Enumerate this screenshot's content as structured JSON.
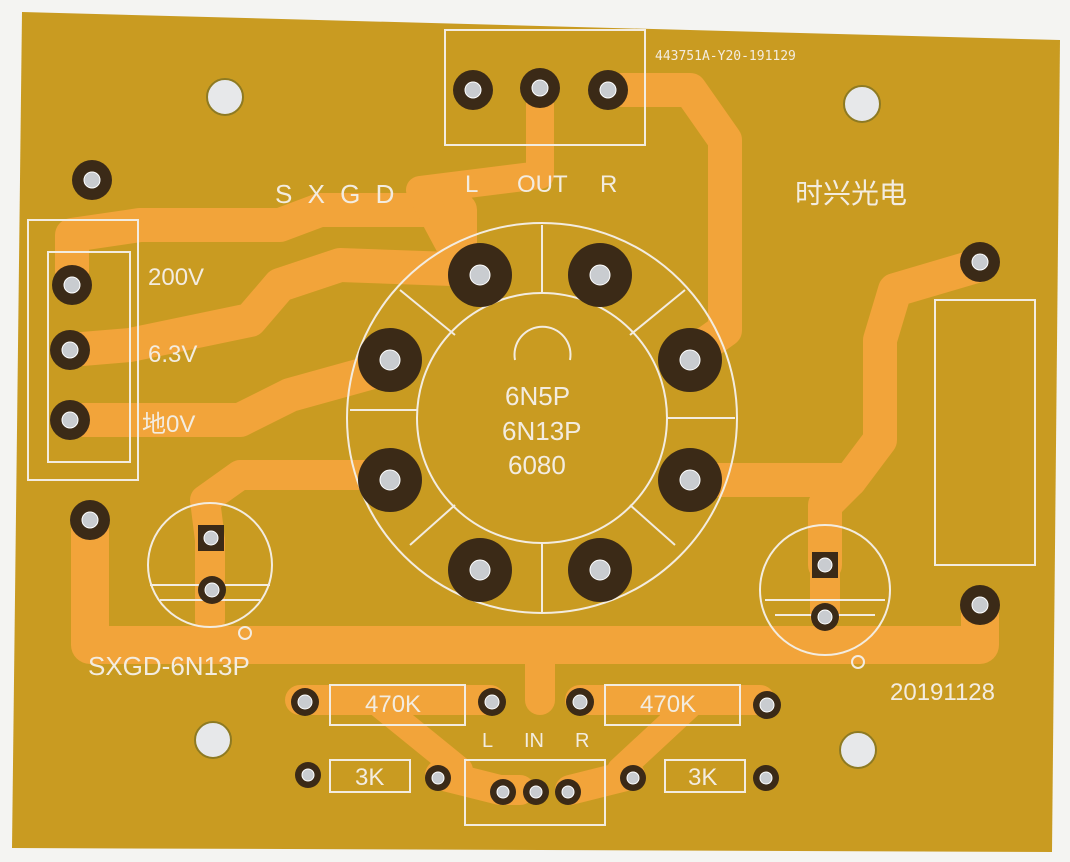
{
  "board": {
    "batch_code": "443751A-Y20-191129",
    "brand_latin": "S X G D",
    "brand_chinese": "时兴光电",
    "model": "SXGD-6N13P",
    "date": "20191128"
  },
  "power": {
    "label_200v": "200V",
    "label_6v3": "6.3V",
    "label_gnd": "地0V"
  },
  "output": {
    "label_l": "L",
    "label_out": "OUT",
    "label_r": "R"
  },
  "input": {
    "label_l": "L",
    "label_in": "IN",
    "label_r": "R"
  },
  "tube": {
    "line1": "6N5P",
    "line2": "6N13P",
    "line3": "6080"
  },
  "resistors": {
    "r_top_left": "470K",
    "r_top_right": "470K",
    "r_bottom_left": "3K",
    "r_bottom_right": "3K"
  },
  "colors": {
    "substrate": "#c99b21",
    "copper": "#f2a43a",
    "silkscreen": "#f3ece0"
  }
}
